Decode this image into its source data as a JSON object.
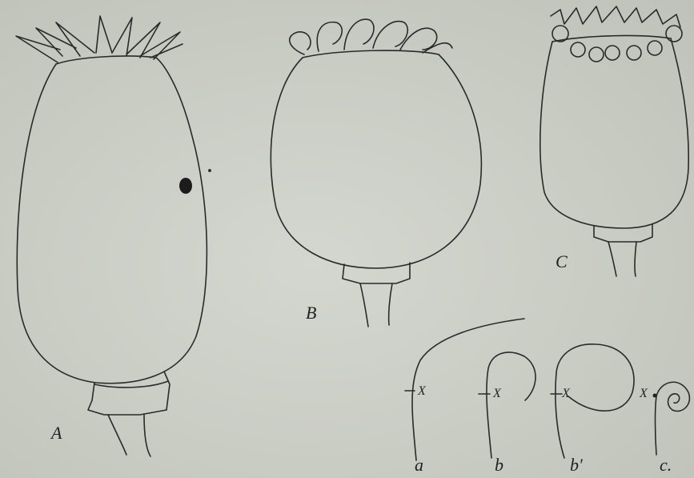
{
  "figure_labels": {
    "capsule_a": "A",
    "capsule_b": "B",
    "capsule_c": "C",
    "detail_a": "a",
    "detail_b": "b",
    "detail_b_prime": "b′",
    "detail_c": "c.",
    "mark_x": "X"
  },
  "colors": {
    "paper": "#c8cbc2",
    "ink": "#2a2a2a"
  }
}
